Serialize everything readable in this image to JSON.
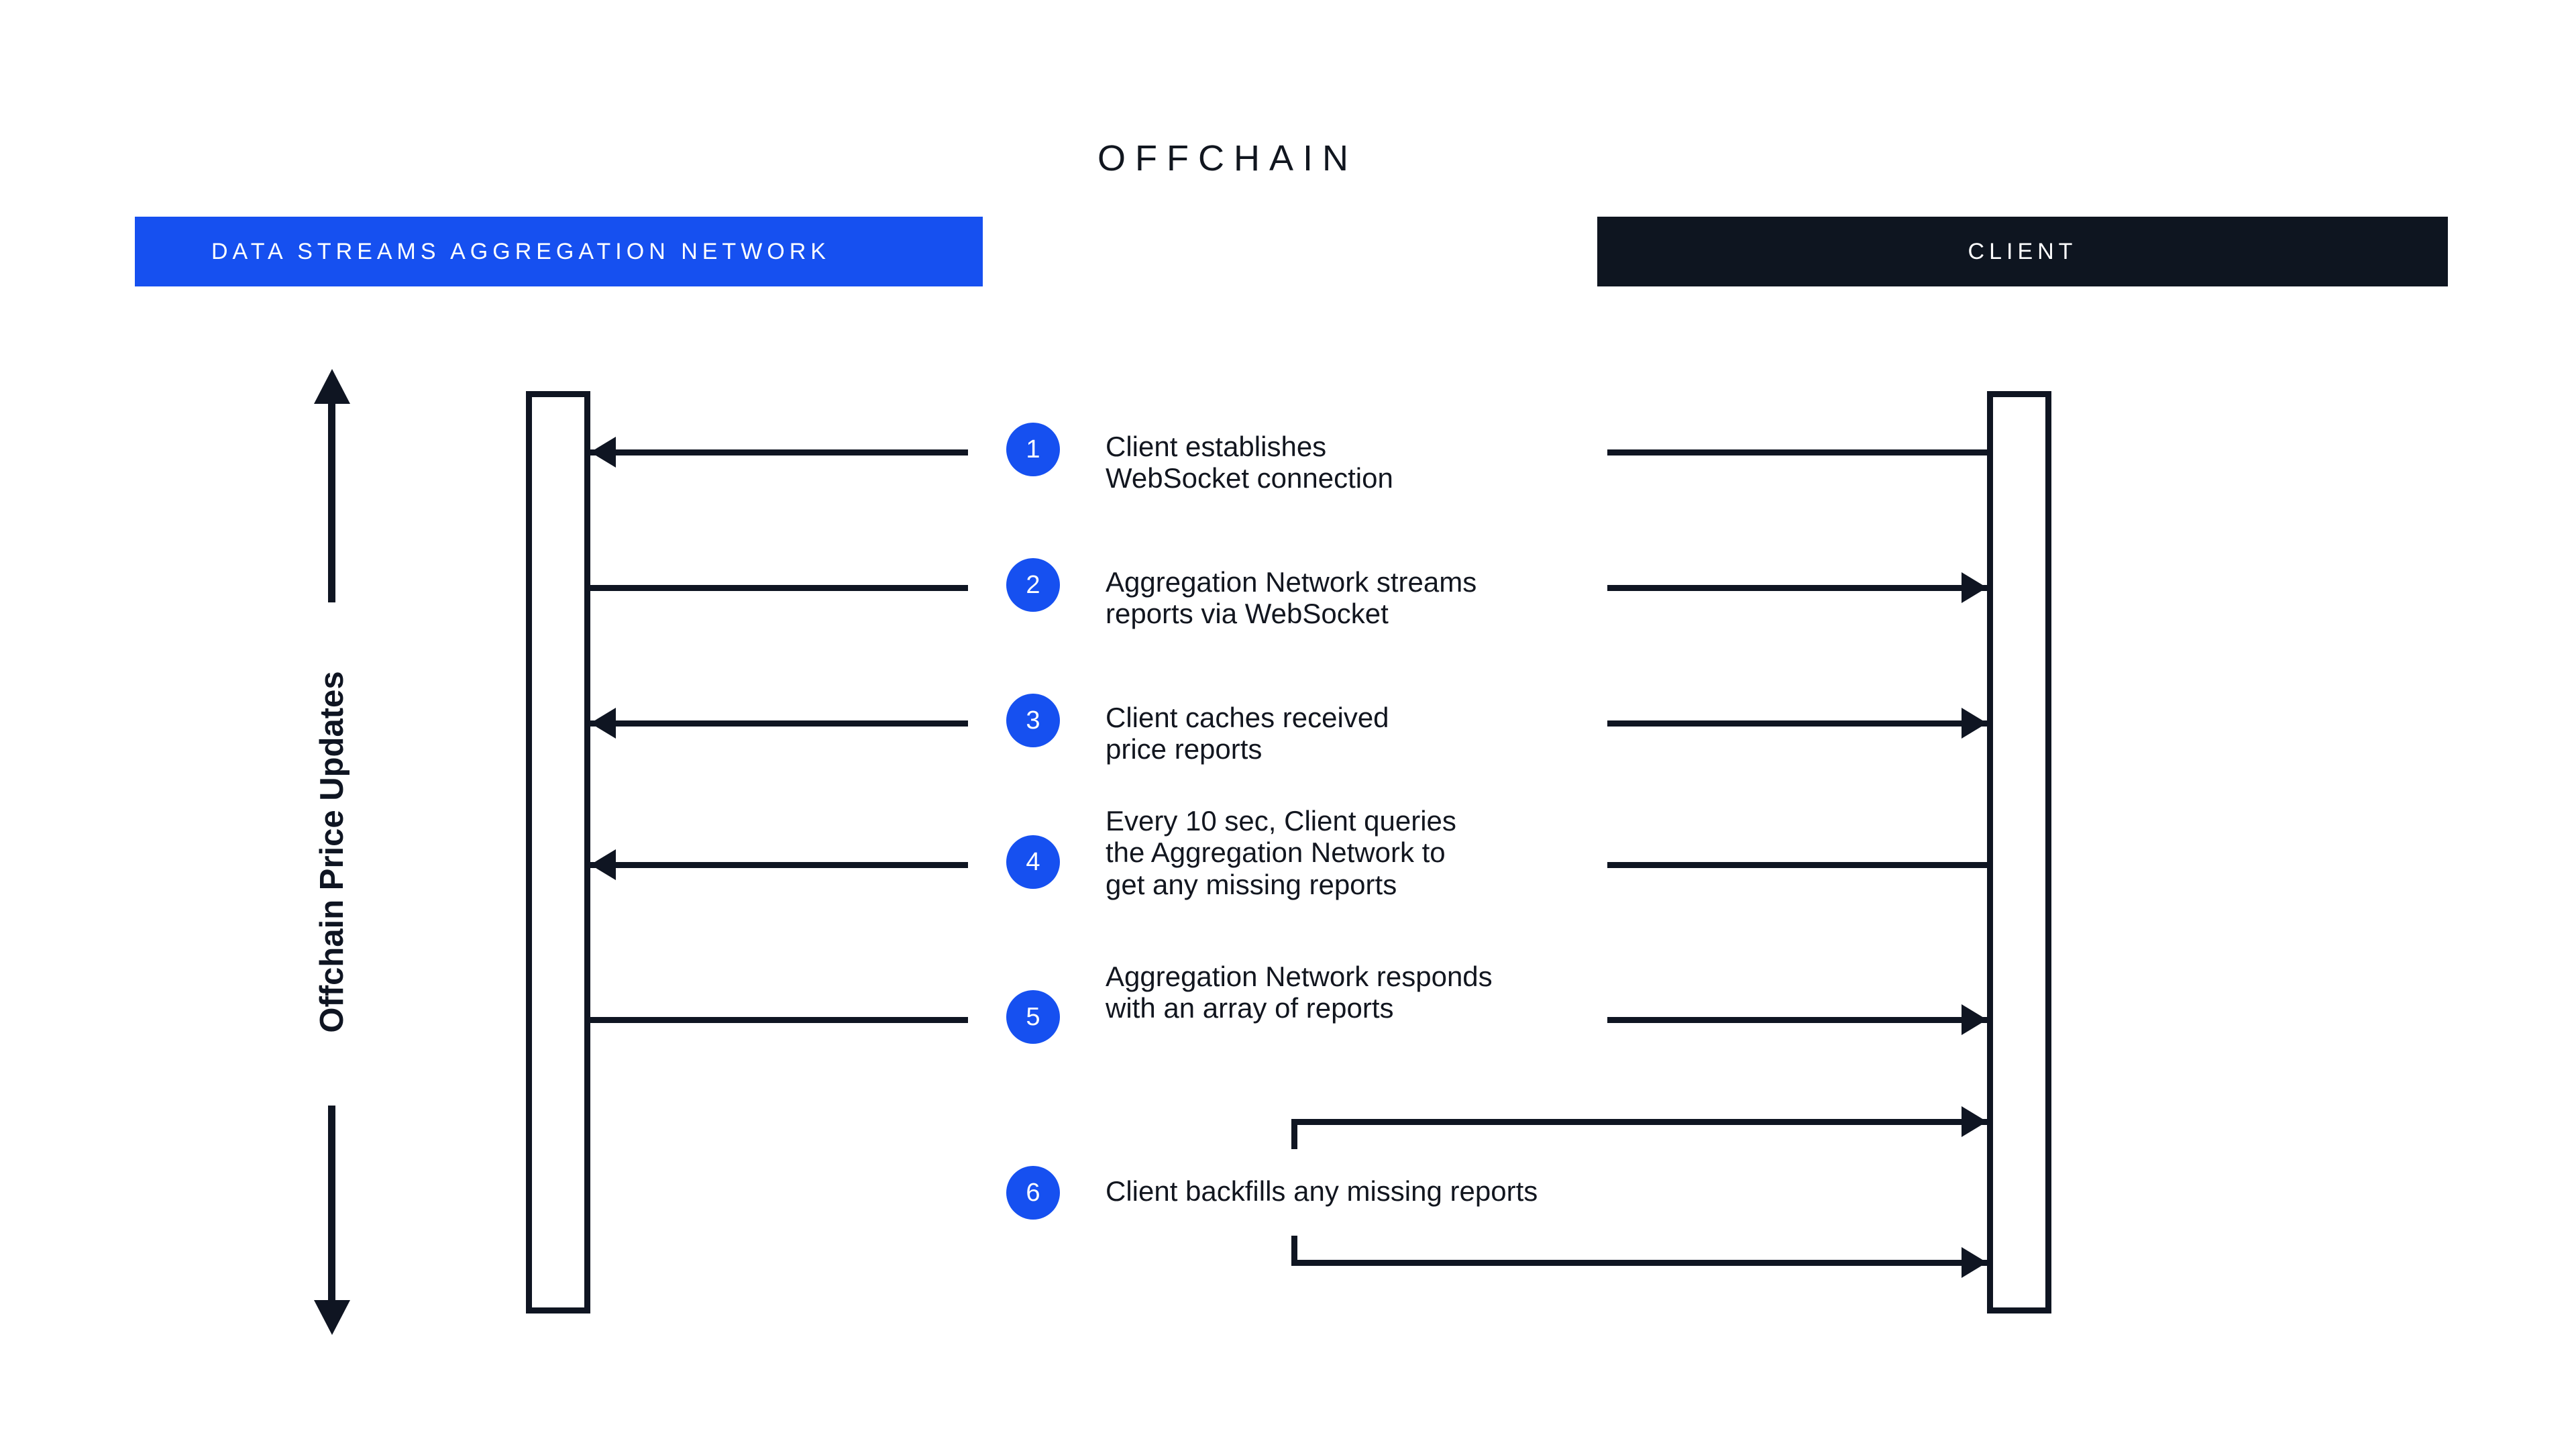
{
  "diagram": {
    "title": "OFFCHAIN",
    "axis_label": "Offchain Price Updates",
    "colors": {
      "accent_blue": "#1650F0",
      "dark_navy": "#0E1520",
      "line": "#0F1522",
      "background": "#FFFFFF"
    }
  },
  "lanes": [
    {
      "id": "aggregation-network",
      "label": "DATA STREAMS AGGREGATION NETWORK",
      "color": "#1650F0"
    },
    {
      "id": "client",
      "label": "CLIENT",
      "color": "#0E1520"
    }
  ],
  "steps": [
    {
      "number": "1",
      "lines": [
        "Client establishes",
        "WebSocket connection"
      ],
      "direction": "right-to-left",
      "left_arrowhead": true,
      "right_arrowhead": false
    },
    {
      "number": "2",
      "lines": [
        "Aggregation Network streams",
        "reports via WebSocket"
      ],
      "direction": "left-to-right",
      "left_arrowhead": false,
      "right_arrowhead": true
    },
    {
      "number": "3",
      "lines": [
        "Client caches received",
        "price reports"
      ],
      "direction": "right-to-left",
      "left_arrowhead": true,
      "right_arrowhead": true
    },
    {
      "number": "4",
      "lines": [
        "Every 10 sec, Client queries",
        "the Aggregation Network to",
        "get any missing reports"
      ],
      "direction": "right-to-left",
      "left_arrowhead": true,
      "right_arrowhead": false
    },
    {
      "number": "5",
      "lines": [
        "Aggregation Network responds",
        "with an array of reports"
      ],
      "direction": "left-to-right",
      "left_arrowhead": false,
      "right_arrowhead": true
    },
    {
      "number": "6",
      "lines": [
        "Client backfills any missing reports"
      ],
      "direction": "self-loop-client",
      "left_arrowhead": false,
      "right_arrowhead": true
    }
  ]
}
